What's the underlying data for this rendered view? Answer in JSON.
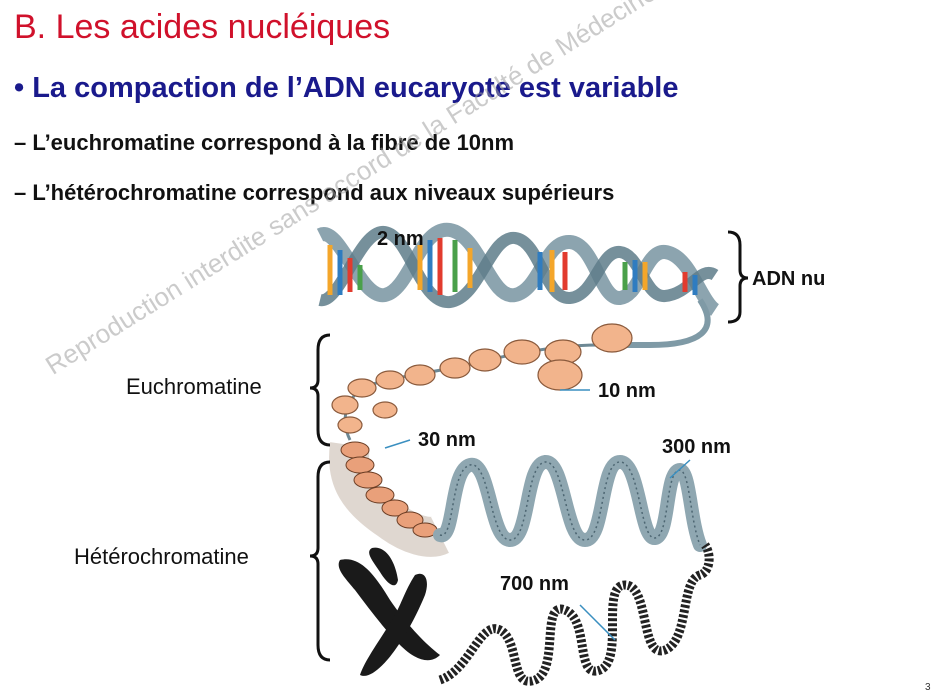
{
  "slide": {
    "title": "B. Les acides nucléiques",
    "bullet": "• La compaction de l’ADN eucaryote est variable",
    "sub_points": [
      "– L’euchromatine correspond à la fibre de 10nm",
      "– L’hétérochromatine correspond aux niveaux supérieurs"
    ],
    "page_number": "3",
    "watermark": "Reproduction interdite sans accord de la Faculté de Médecine - UNS"
  },
  "figure": {
    "labels": {
      "dna_width": "2 nm",
      "naked_dna": "ADN nu",
      "fiber_10": "10 nm",
      "fiber_30": "30 nm",
      "fiber_300": "300 nm",
      "fiber_700": "700 nm"
    },
    "sides": {
      "euchromatin": "Euchromatine",
      "heterochromatin": "Hétérochromatine"
    },
    "colors": {
      "title": "#d0112b",
      "bullet": "#1a1a8c",
      "helix": "#7f9aa6",
      "nucleosome": "#f2b48c",
      "fiber": "#8fa7b1",
      "chromosome": "#1a1a1a"
    }
  }
}
